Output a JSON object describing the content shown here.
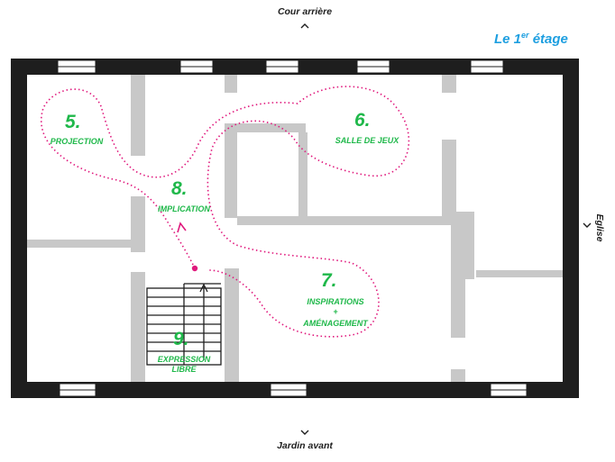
{
  "compass": {
    "top": "Cour arrière",
    "bottom": "Jardin avant",
    "right": "Eglise",
    "arrow_icon": "chevron-icon"
  },
  "floor_label": {
    "prefix": "Le 1",
    "superscript": "er",
    "suffix": " étage"
  },
  "zones": [
    {
      "number": "5.",
      "lines": [
        "PROJECTION"
      ]
    },
    {
      "number": "6.",
      "lines": [
        "SALLE DE JEUX"
      ]
    },
    {
      "number": "7.",
      "lines": [
        "INSPIRATIONS",
        "+",
        "AMÉNAGEMENT"
      ]
    },
    {
      "number": "8.",
      "lines": [
        "IMPLICATION"
      ]
    },
    {
      "number": "9.",
      "lines": [
        "EXPRESSION",
        "LIBRE"
      ]
    }
  ],
  "colors": {
    "wall": "#1e1e1e",
    "inner_wall": "#c8c8c8",
    "path": "#e0197d",
    "zone_text": "#1fb84a",
    "floor_label": "#1e9fe0"
  }
}
